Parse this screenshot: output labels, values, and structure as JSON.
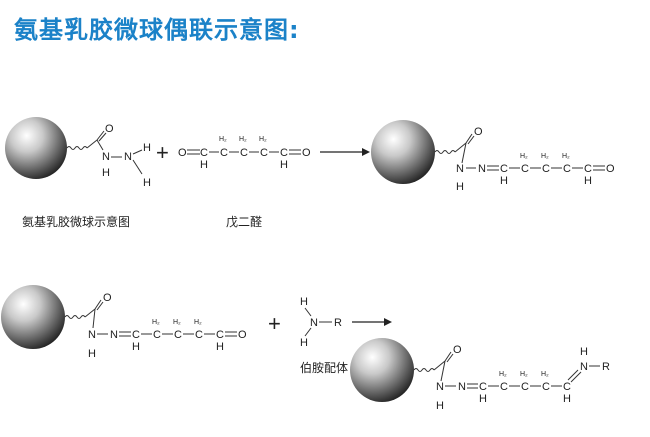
{
  "title": "氨基乳胶微球偶联示意图:",
  "captions": {
    "microsphere": "氨基乳胶微球示意图",
    "glutaraldehyde": "戊二醛",
    "amine_ligand": "伯胺配体"
  },
  "symbols": {
    "plus": "+",
    "O": "O",
    "N": "N",
    "H": "H",
    "C": "C",
    "H2": "H₂",
    "R": "R",
    "CHO": "O=C",
    "O_end": "=O",
    "N_end": "N–R"
  }
}
